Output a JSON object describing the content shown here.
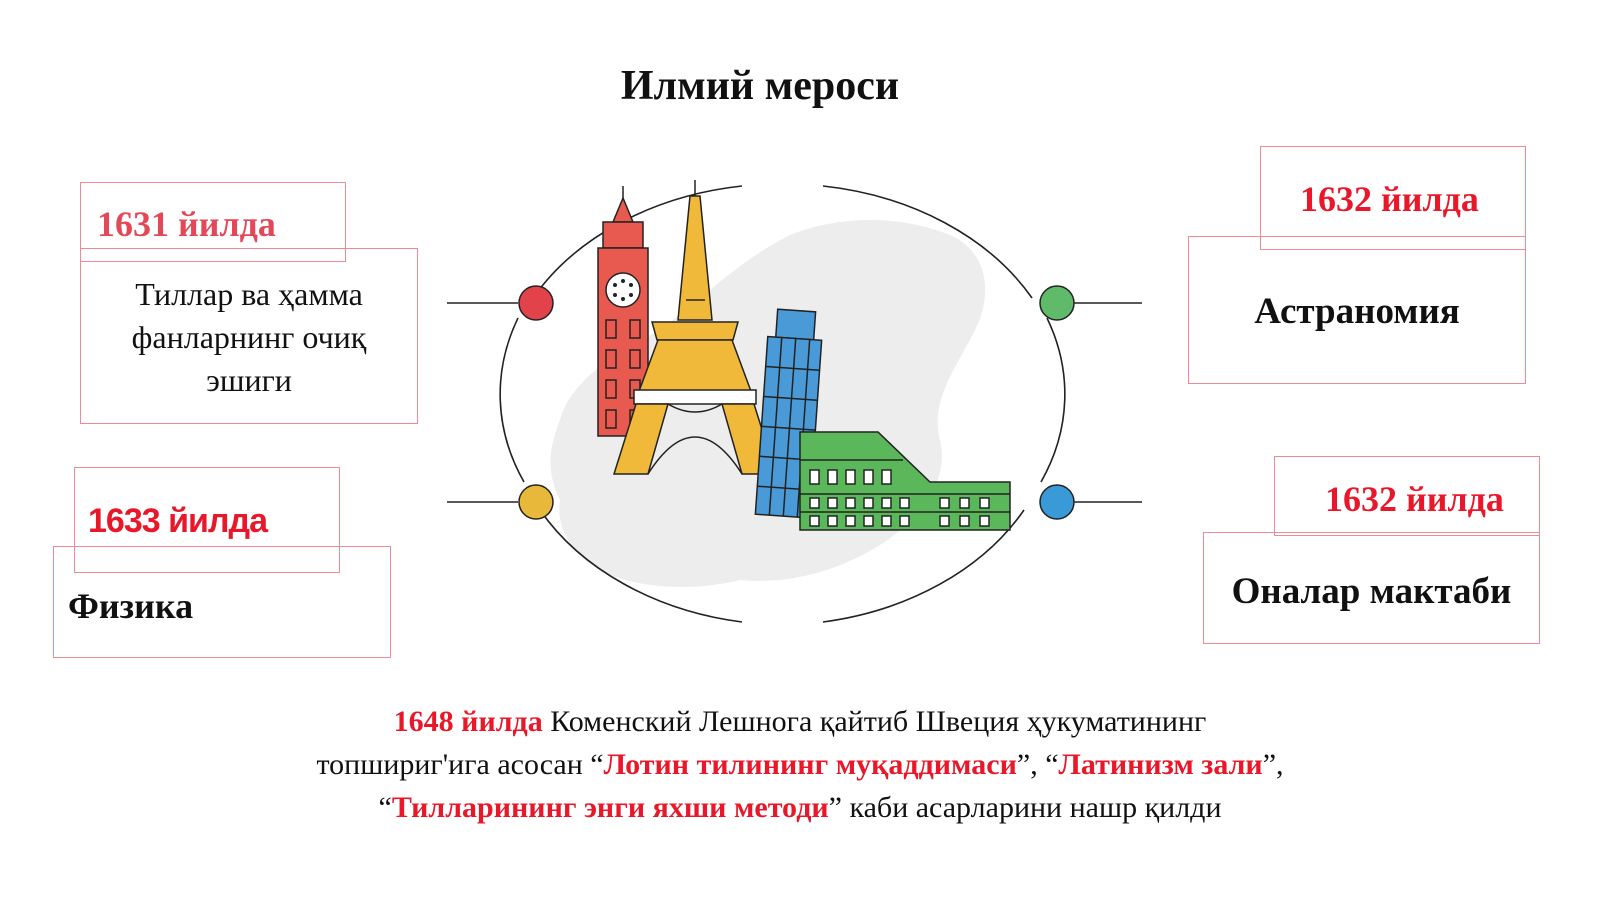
{
  "slide": {
    "title": "Илмий мероси"
  },
  "cards": {
    "top_left": {
      "year": "1631 йилда",
      "text_lines": [
        "Тиллар ва ҳамма",
        "фанларнинг очиқ",
        "эшиги"
      ]
    },
    "bottom_left": {
      "year": "1633 йилда",
      "text": "Физика"
    },
    "top_right": {
      "year": "1632 йилда",
      "text": "Астраномия"
    },
    "bottom_right": {
      "year": "1632 йилда",
      "text": "Оналар мактаби"
    }
  },
  "footer": {
    "year": "1648 йилда",
    "part1": " Коменский Лешнога қайтиб Швеция ҳукуматининг",
    "part2": "топшириг'ига асосан “",
    "work1": "Лотин тилининг муқаддимаси",
    "part3": "”, “",
    "work2": "Латинизм зали",
    "part4": "”,",
    "part5": "“",
    "work3": "Тилларининг энги яхши методи",
    "part6": "” каби асарларини нашр қилди"
  },
  "colors": {
    "accent_red": "#e8182a",
    "box_border": "#f08a96",
    "dot_red": "#e2424a",
    "dot_green": "#5fba6a",
    "dot_yellow": "#e8b83a",
    "dot_blue": "#3a9ad8"
  },
  "icons": {
    "center_illustration": "europe-landmarks-illustration"
  }
}
